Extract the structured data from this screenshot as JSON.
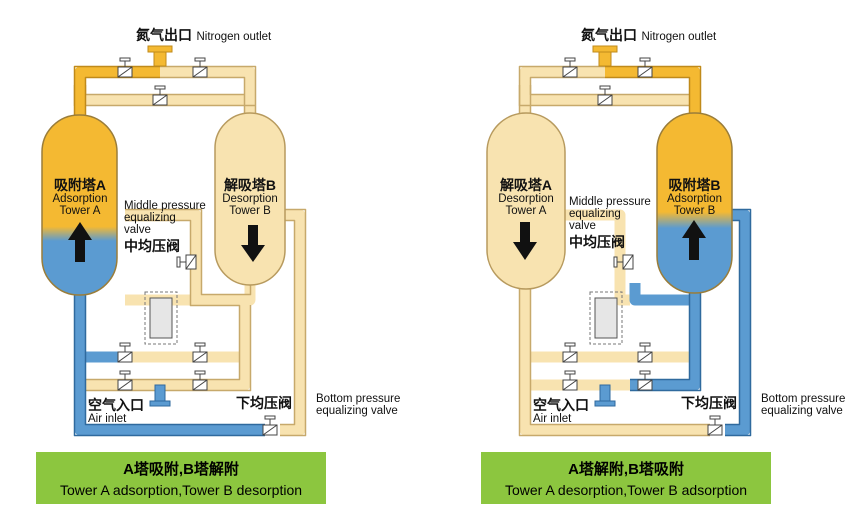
{
  "panels": [
    {
      "nitrogen_outlet_cn": "氮气出口",
      "nitrogen_outlet_en": "Nitrogen outlet",
      "left_tower_cn": "吸附塔A",
      "left_tower_en": [
        "Adsorption",
        "Tower A"
      ],
      "right_tower_cn": "解吸塔B",
      "right_tower_en": [
        "Desorption",
        "Tower B"
      ],
      "middle_valve_en": [
        "Middle pressure",
        "equalizing",
        "valve"
      ],
      "middle_valve_cn": "中均压阀",
      "bottom_valve_en": [
        "Bottom pressure",
        "equalizing valve"
      ],
      "bottom_valve_cn": "下均压阀",
      "air_inlet_cn": "空气入口",
      "air_inlet_en": "Air inlet",
      "caption_cn": "A塔吸附,B塔解附",
      "caption_en": "Tower A adsorption,Tower B desorption"
    },
    {
      "nitrogen_outlet_cn": "氮气出口",
      "nitrogen_outlet_en": "Nitrogen outlet",
      "left_tower_cn": "解吸塔A",
      "left_tower_en": [
        "Desorption",
        "Tower A"
      ],
      "right_tower_cn": "吸附塔B",
      "right_tower_en": [
        "Adsorption",
        "Tower B"
      ],
      "middle_valve_en": [
        "Middle pressure",
        "equalizing",
        "valve"
      ],
      "middle_valve_cn": "中均压阀",
      "bottom_valve_en": [
        "Bottom pressure",
        "equalizing valve"
      ],
      "bottom_valve_cn": "下均压阀",
      "air_inlet_cn": "空气入口",
      "air_inlet_en": "Air inlet",
      "caption_cn": "A塔解附,B塔吸附",
      "caption_en": "Tower A desorption,Tower B adsorption"
    }
  ],
  "colors": {
    "yellow": "#f4b932",
    "cream": "#f8e3b0",
    "blue": "#5b9bd1",
    "banner": "#8cc63f"
  }
}
